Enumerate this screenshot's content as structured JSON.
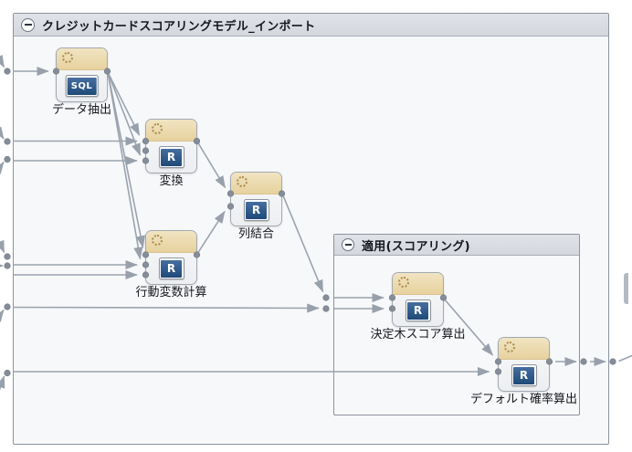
{
  "canvas": {
    "background": "#ffffff"
  },
  "groups": [
    {
      "id": "import-group",
      "label": "クレジットカードスコアリングモデル_インポート",
      "collapse_icon": "minus-circle-icon",
      "collapsed": false,
      "children": [
        "データ抽出",
        "変換",
        "列結合",
        "行動変数計算",
        "適用(スコアリング)"
      ]
    },
    {
      "id": "apply-group",
      "label": "適用(スコアリング)",
      "collapse_icon": "minus-circle-icon",
      "collapsed": false,
      "children": [
        "決定木スコア算出",
        "デフォルト確率算出"
      ]
    }
  ],
  "nodes": [
    {
      "id": "data-extract",
      "label": "データ抽出",
      "badge": "SQL",
      "marker_icon": "dotted-circle-icon"
    },
    {
      "id": "transform",
      "label": "変換",
      "badge": "R",
      "marker_icon": "dotted-circle-icon"
    },
    {
      "id": "column-join",
      "label": "列結合",
      "badge": "R",
      "marker_icon": "dotted-circle-icon"
    },
    {
      "id": "behavior-variable-calc",
      "label": "行動変数計算",
      "badge": "R",
      "marker_icon": "dotted-circle-icon"
    },
    {
      "id": "decision-tree-score",
      "label": "決定木スコア算出",
      "badge": "R",
      "marker_icon": "dotted-circle-icon"
    },
    {
      "id": "default-probability",
      "label": "デフォルト確率算出",
      "badge": "R",
      "marker_icon": "dotted-circle-icon"
    }
  ],
  "edges": [
    {
      "from": "external-left",
      "to": "data-extract"
    },
    {
      "from": "external-left",
      "to": "transform",
      "count": 2
    },
    {
      "from": "external-left",
      "to": "behavior-variable-calc",
      "count": 2
    },
    {
      "from": "external-left",
      "to": "decision-tree-score"
    },
    {
      "from": "external-left",
      "to": "default-probability"
    },
    {
      "from": "data-extract",
      "to": "transform",
      "count": 2
    },
    {
      "from": "data-extract",
      "to": "behavior-variable-calc",
      "count": 2
    },
    {
      "from": "transform",
      "to": "column-join"
    },
    {
      "from": "behavior-variable-calc",
      "to": "column-join"
    },
    {
      "from": "column-join",
      "to": "decision-tree-score"
    },
    {
      "from": "decision-tree-score",
      "to": "default-probability"
    },
    {
      "from": "default-probability",
      "to": "external-right"
    }
  ],
  "colors": {
    "group_fill": "#f7f8fa",
    "group_border": "#8c939d",
    "group_header": "#d9dce1",
    "node_border": "#a3a8b0",
    "node_header_tan": "#e9d6a6",
    "dotted_circle": "#ab8a49",
    "badge_blue": "#2b5c8a",
    "wire": "#9aa3ae",
    "port_dot": "#858d99",
    "text": "#14171d"
  }
}
